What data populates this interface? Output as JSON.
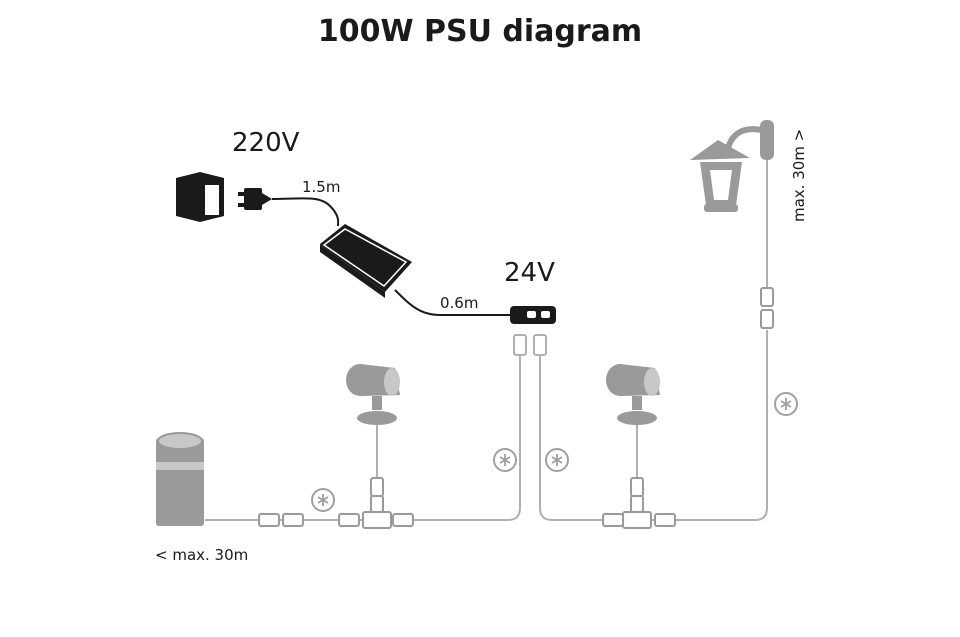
{
  "title": "100W PSU diagram",
  "labels": {
    "mains_voltage": "220V",
    "low_voltage": "24V",
    "cable_plug": "1.5m",
    "cable_out": "0.6m",
    "max_left": "< max. 30m",
    "max_right": "max. 30m >"
  },
  "colors": {
    "dark": "#1a1a1a",
    "light": "#b0b0b0"
  },
  "icons": [
    "wall-socket-icon",
    "plug-icon",
    "psu-brick-icon",
    "splitter-icon",
    "pedestal-light-icon",
    "spotlight-icon",
    "wall-lantern-icon",
    "connector-icon",
    "asterisk-icon"
  ]
}
